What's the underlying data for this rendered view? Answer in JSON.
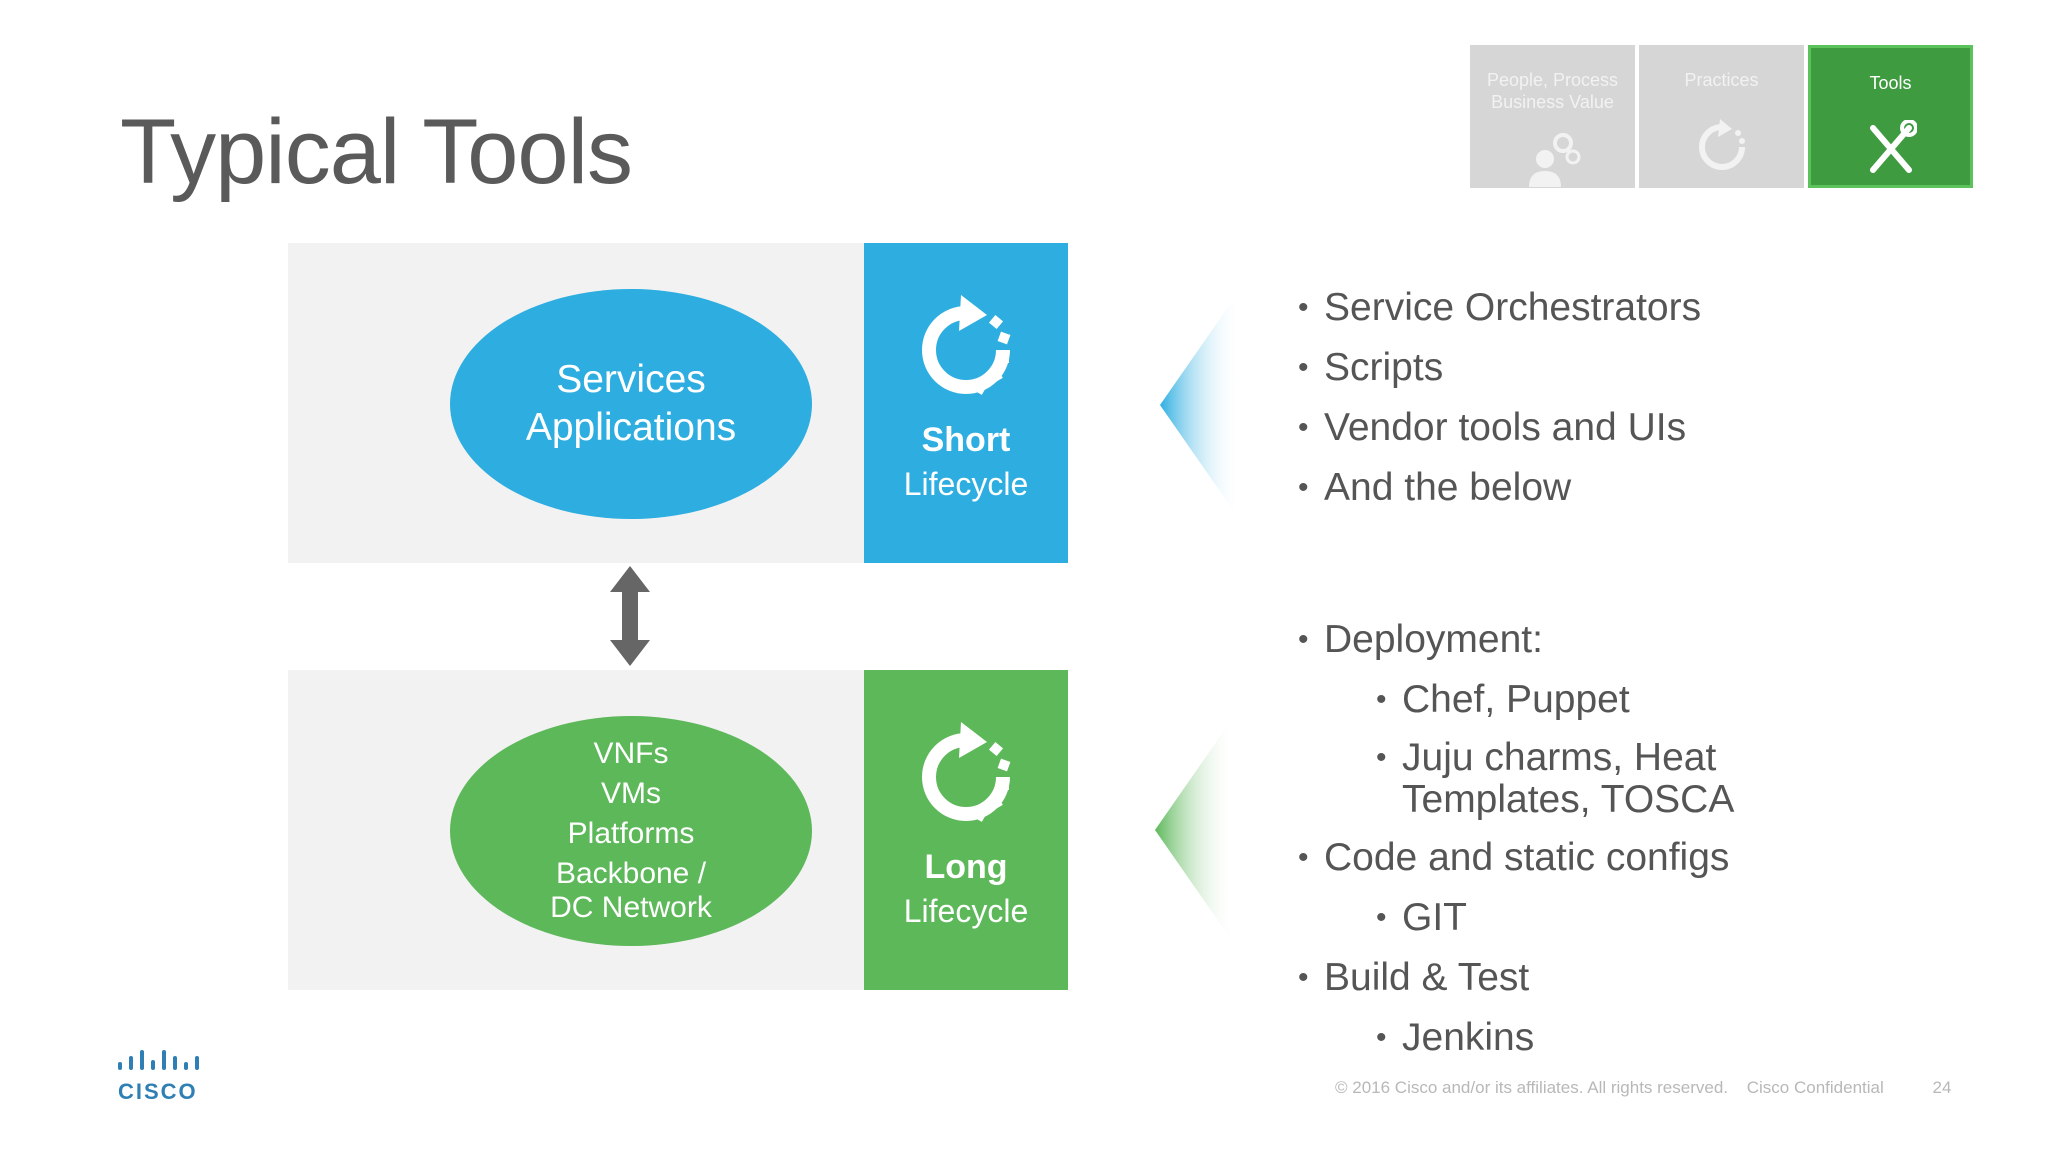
{
  "slide": {
    "title": "Typical Tools"
  },
  "nav_tiles": [
    {
      "label": "People, Process Business Value",
      "icon": "people-gears-icon",
      "active": false
    },
    {
      "label": "Practices",
      "icon": "cycle-icon",
      "active": false
    },
    {
      "label": "Tools",
      "icon": "tools-icon",
      "active": true
    }
  ],
  "top_panel": {
    "ellipse_lines": [
      "Services",
      "Applications"
    ],
    "lifecycle_bold": "Short",
    "lifecycle_label": "Lifecycle",
    "color": "#2eaee0"
  },
  "bottom_panel": {
    "ellipse_lines": [
      "VNFs",
      "VMs",
      "Platforms",
      "Backbone /",
      "DC Network"
    ],
    "lifecycle_bold": "Long",
    "lifecycle_label": "Lifecycle",
    "color": "#5db85a"
  },
  "top_list": [
    "Service Orchestrators",
    "Scripts",
    "Vendor tools and UIs",
    "And the below"
  ],
  "bottom_list": {
    "deployment": "Deployment:",
    "deployment_sub1": "Chef, Puppet",
    "deployment_sub2_line1": "Juju charms, Heat",
    "deployment_sub2_line2": "Templates, TOSCA",
    "code": "Code and static configs",
    "code_sub": "GIT",
    "build": "Build & Test",
    "build_sub": "Jenkins"
  },
  "footer": {
    "logo": "CISCO",
    "copyright": "© 2016  Cisco and/or its affiliates. All rights reserved.",
    "confidential": "Cisco Confidential",
    "page": "24"
  }
}
